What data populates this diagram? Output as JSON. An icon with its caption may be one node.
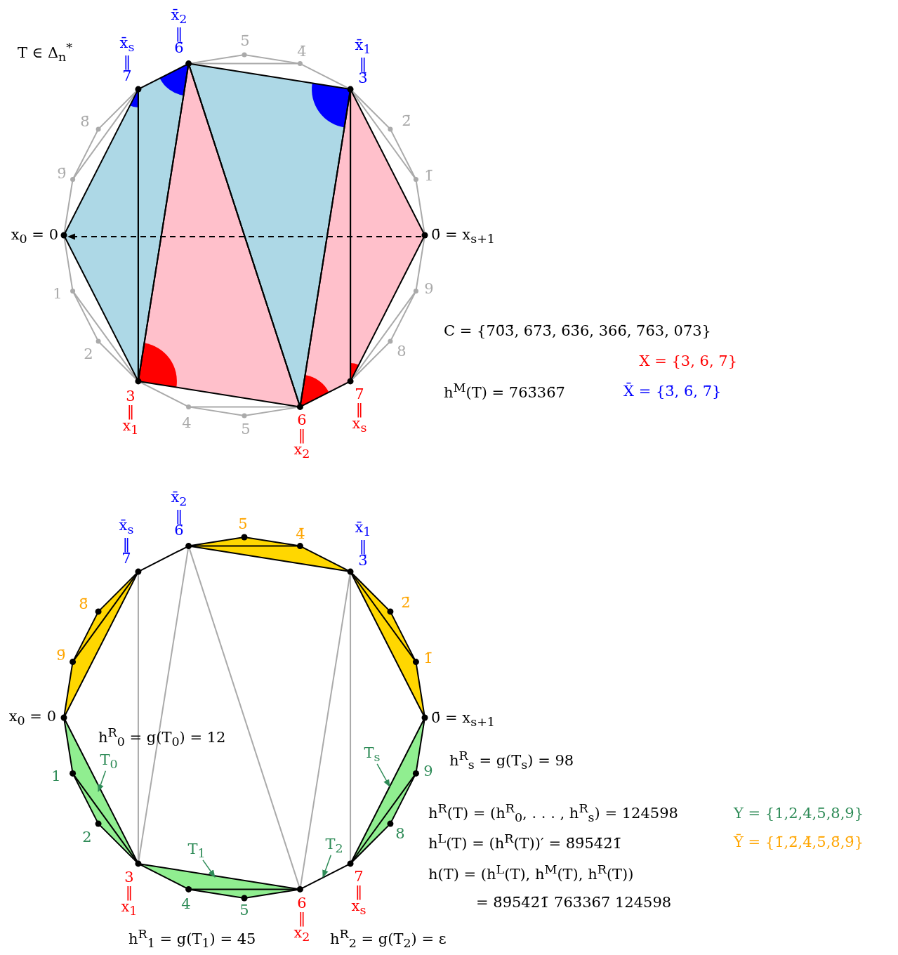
{
  "diagram": {
    "nodes": [
      {
        "text": [
          "x$_{0}$ = 0"
        ]
      },
      {
        "text": [
          "0̄ = x$_{s+1}$"
        ]
      },
      {
        "text": [
          "T$_{0}$"
        ]
      },
      {
        "text": [
          "T$_{1}$"
        ]
      },
      {
        "text": [
          "T$_{2}$"
        ]
      },
      {
        "text": [
          "T$_{s}$"
        ]
      }
    ],
    "edges": [
      {
        "from": 1,
        "to": 0,
        "arrow": "to",
        "style": "dashed",
        "color": "#000000"
      },
      {
        "from": 2,
        "to": null,
        "arrow": "to"
      },
      {
        "from": 3,
        "to": null,
        "arrow": "to"
      },
      {
        "from": 4,
        "to": null,
        "arrow": "to"
      },
      {
        "from": 5,
        "to": null,
        "arrow": "to"
      }
    ],
    "labels": [
      "x̄$_{2}$ ‖ 6̄",
      "T ∈ Δ$_{n}$$^{*}$",
      "x̄$_{s}$ ‖ 7̄",
      "5̄",
      "4̄",
      "x̄$_{1}$ ‖ 3̄",
      "8̄",
      "2̄",
      "9̄",
      "1̄",
      "1",
      "9",
      "C = {70̄3̄, 673̄, 6̄3̄6, 366̄, 7̄6̄3, 07̄3}",
      "2",
      "8",
      "X = {3, 6, 7}",
      "3 ‖ x$_{1}$",
      "7 ‖ x$_{s}$",
      "h$^{M}$(T) = 763̄36̄7̄",
      "X̄ = {3̄, 6̄, 7̄}",
      "4",
      "6 ‖ x$_{2}$",
      "5",
      "x̄$_{2}$ ‖ 6̄",
      "x̄$_{s}$ ‖ 7̄",
      "5̄",
      "4̄",
      "x̄$_{1}$ ‖ 3̄",
      "8̄",
      "2̄",
      "9̄",
      "1̄",
      "x$_{0}$ = 0",
      "0̄ = x$_{s+1}$",
      "h$^{R}$$_{0}$ = g(T$_{0}$) = 12",
      "h$^{R}$$_{s}$ = g(T$_{s}$) = 98",
      "1",
      "9",
      "2",
      "h$^{R}$(T) = (h$^{R}$$_{0}$, . . . , h$^{R}$$_{s}$) = 124598",
      "Y = {1,2,4,5,8,9}",
      "8",
      "h$^{L}$(T) = (h$^{R}$(T))′ = 8̄9̄5̄4̄2̄1̄",
      "Ȳ = {1̄,2̄,4̄,5̄,8̄,9̄}",
      "3 ‖ x$_{1}$",
      "7 ‖ x$_{s}$",
      "h(T) = (h$^{L}$(T), h$^{M}$(T), h$^{R}$(T))",
      "4",
      "5",
      "6 ‖ x$_{2}$",
      "= 8̄9̄5̄4̄2̄1̄ 763̄36̄7̄ 124598",
      "h$^{R}$$_{1}$ = g(T$_{1}$) = 45",
      "h$^{R}$$_{2}$ = g(T$_{2}$) = ε"
    ]
  }
}
